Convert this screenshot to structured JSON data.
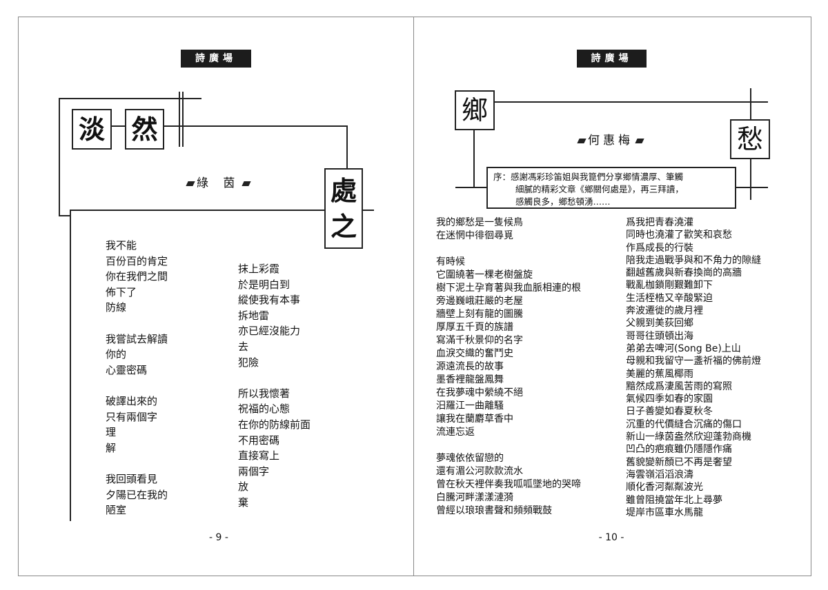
{
  "left_page": {
    "header": "詩廣場",
    "title_chars": [
      "淡",
      "然",
      "處",
      "之"
    ],
    "author": "綠 茵",
    "poem_col1": "我不能\n百份百的肯定\n你在我們之間\n佈下了\n防線\n\n我嘗試去解讀\n你的\n心靈密碼\n\n破譯出來的\n只有兩個字\n理\n解\n\n我回頭看見\n夕陽已在我的\n陋室",
    "poem_col2": "抹上彩霞\n於是明白到\n縱使我有本事\n拆地雷\n亦已經沒能力\n去\n犯險\n\n所以我懷著\n祝福的心態\n在你的防線前面\n不用密碼\n直接寫上\n兩個字\n放\n棄",
    "page_number": "- 9 -"
  },
  "right_page": {
    "header": "詩廣場",
    "title_chars": [
      "鄉",
      "愁"
    ],
    "author": "何惠梅",
    "preface": [
      "序：感謝馮彩珍笛姐與我箟們分享鄉情濃厚、筆觸",
      "細膩的精彩文章《鄉關何處是》，再三拜讀，",
      "感觸良多，鄉愁頓湧……"
    ],
    "poem_col1": "我的鄉愁是一隻候鳥\n在迷惘中徘徊尋覓\n\n有時候\n它圍繞著一棵老樹盤旋\n樹下泥土孕育著與我血脈相連的根\n旁邊巍峨莊嚴的老屋\n牆壁上刻有龍的圖騰\n厚厚五千頁的族譜\n寫滿千秋景仰的名字\n血淚交織的奮鬥史\n源遠流長的故事\n墨香裡龍盤鳳舞\n在我夢魂中縈繞不絕\n汨羅江一曲離騷\n讓我在蘭麝草香中\n流連忘返\n\n夢魂依依留戀的\n還有湄公河款款流水\n曾在秋天裡伴奏我呱呱墜地的哭啼\n白騰河畔漾漾漣漪\n曾經以琅琅書聲和頻頻戰鼓",
    "poem_col2": "爲我把青春澆灌\n同時也澆灌了歡笑和哀愁\n作爲成長的行裝\n陪我走過戰爭與和不角力的隙縫\n翻越舊歲與新春換崗的高牆\n戰亂枷鎖剛艱難卸下\n生活桎梏又辛酸緊迫\n奔波遷徙的歲月裡\n父親到美荻回鄉\n哥哥往頭頓出海\n弟弟去啤河(Song Be)上山\n母親和我留守一盞祈福的佛前燈\n美麗的蕉風椰雨\n黯然成爲淒風苦雨的寫照\n氣候四季如春的家園\n日子善變如春夏秋冬\n沉重的代價縫合沉痛的傷口\n新山一綠茵盎然欣迎蓬勃商機\n凹凸的疤痕雖仍隱隱作痛\n舊貌變新顏已不再是奢望\n海雲嶺滔滔浪濤\n順化香河粼粼波光\n雖曾阻撓當年北上尋夢\n堤岸市區車水馬龍",
    "page_number": "- 10 -"
  }
}
